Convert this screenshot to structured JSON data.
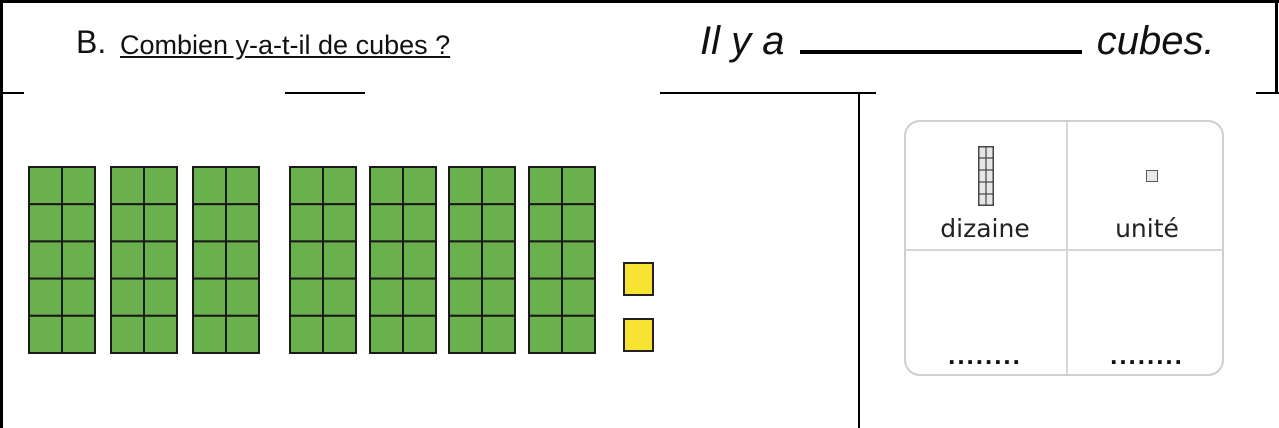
{
  "header": {
    "letter": "B.",
    "question": "Combien y-a-t-il de cubes ?",
    "answer_prefix": "Il y a",
    "answer_suffix": "cubes."
  },
  "blocks": {
    "ten_rods": 7,
    "unit_cubes": 2,
    "rod_color": "#6ab04c",
    "unit_color": "#f8e232"
  },
  "place_value_table": {
    "col_tens_label": "dizaine",
    "col_units_label": "unité",
    "tens_answer": "........",
    "units_answer": "........"
  }
}
